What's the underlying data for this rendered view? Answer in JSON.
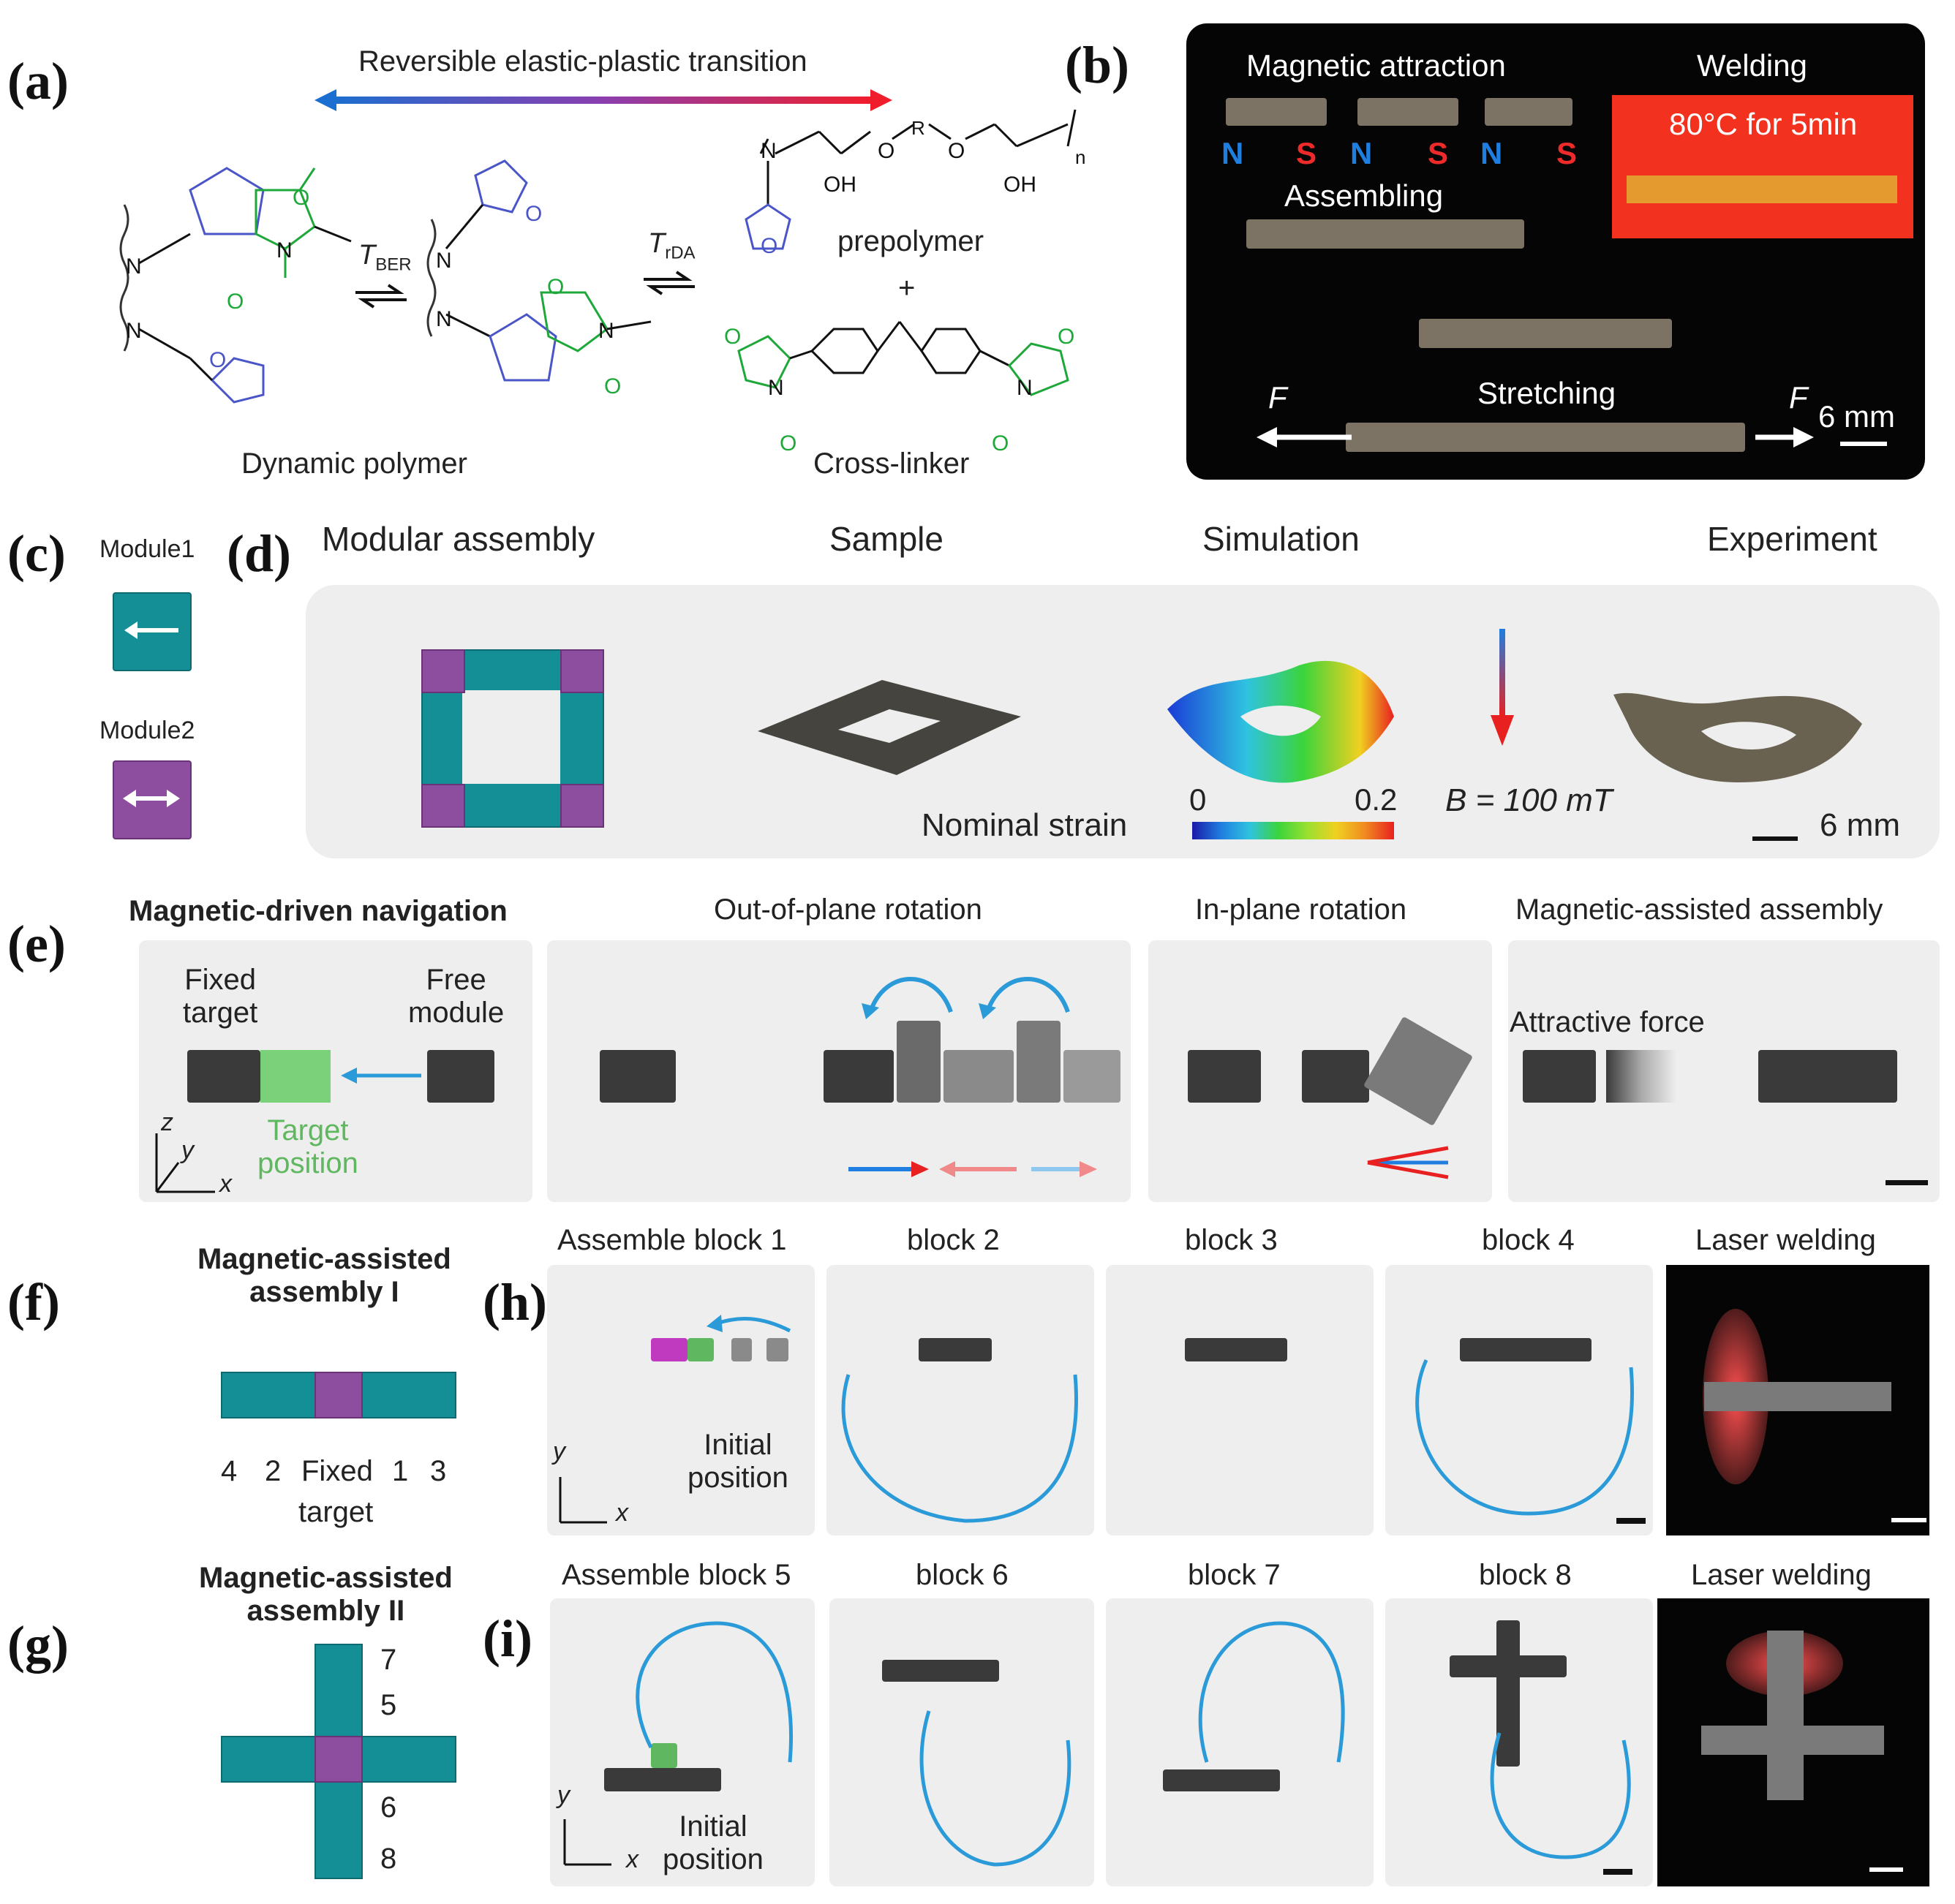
{
  "panels": {
    "a": "(a)",
    "b": "(b)",
    "c": "(c)",
    "d": "(d)",
    "e": "(e)",
    "f": "(f)",
    "g": "(g)",
    "h": "(h)",
    "i": "(i)"
  },
  "a": {
    "transition": "Reversible elastic-plastic transition",
    "tber": "T",
    "tber_sub": "BER",
    "trda": "T",
    "trda_sub": "rDA",
    "dynamic_polymer": "Dynamic polymer",
    "prepolymer": "prepolymer",
    "plus": "+",
    "crosslinker": "Cross-linker",
    "N": "N",
    "O": "O",
    "OH": "OH",
    "R": "R",
    "n": "n"
  },
  "b": {
    "magnetic_attraction": "Magnetic attraction",
    "welding": "Welding",
    "weld_cond": "80°C for 5min",
    "poles": [
      "N",
      "S",
      "N",
      "S",
      "N",
      "S"
    ],
    "assembling": "Assembling",
    "stretching": "Stretching",
    "F": "F",
    "scale": "6 mm"
  },
  "c": {
    "module1": "Module1",
    "module2": "Module2"
  },
  "d": {
    "modular_assembly": "Modular assembly",
    "sample": "Sample",
    "simulation": "Simulation",
    "experiment": "Experiment",
    "nominal_strain": "Nominal strain",
    "strain_min": "0",
    "strain_max": "0.2",
    "field": "B = 100 mT",
    "scale": "6 mm"
  },
  "e": {
    "navigation": "Magnetic-driven navigation",
    "out_of_plane": "Out-of-plane rotation",
    "in_plane": "In-plane rotation",
    "mag_assembly": "Magnetic-assisted assembly",
    "fixed_target": "Fixed\ntarget",
    "free_module": "Free\nmodule",
    "target_position": "Target\nposition",
    "attractive_force": "Attractive force",
    "z": "z",
    "y": "y",
    "x": "x"
  },
  "f": {
    "title": "Magnetic-assisted\nassembly I",
    "labels": [
      "4",
      "2",
      "Fixed",
      "1",
      "3"
    ],
    "target": "target"
  },
  "g": {
    "title": "Magnetic-assisted\nassembly II",
    "labels": [
      "7",
      "5",
      "6",
      "8"
    ]
  },
  "h": {
    "steps": [
      "Assemble block 1",
      "block 2",
      "block 3",
      "block 4",
      "Laser welding"
    ],
    "initial": "Initial\nposition",
    "y": "y",
    "x": "x"
  },
  "i": {
    "steps": [
      "Assemble block 5",
      "block 6",
      "block 7",
      "block 8",
      "Laser welding"
    ],
    "initial": "Initial\nposition",
    "y": "y",
    "x": "x"
  }
}
